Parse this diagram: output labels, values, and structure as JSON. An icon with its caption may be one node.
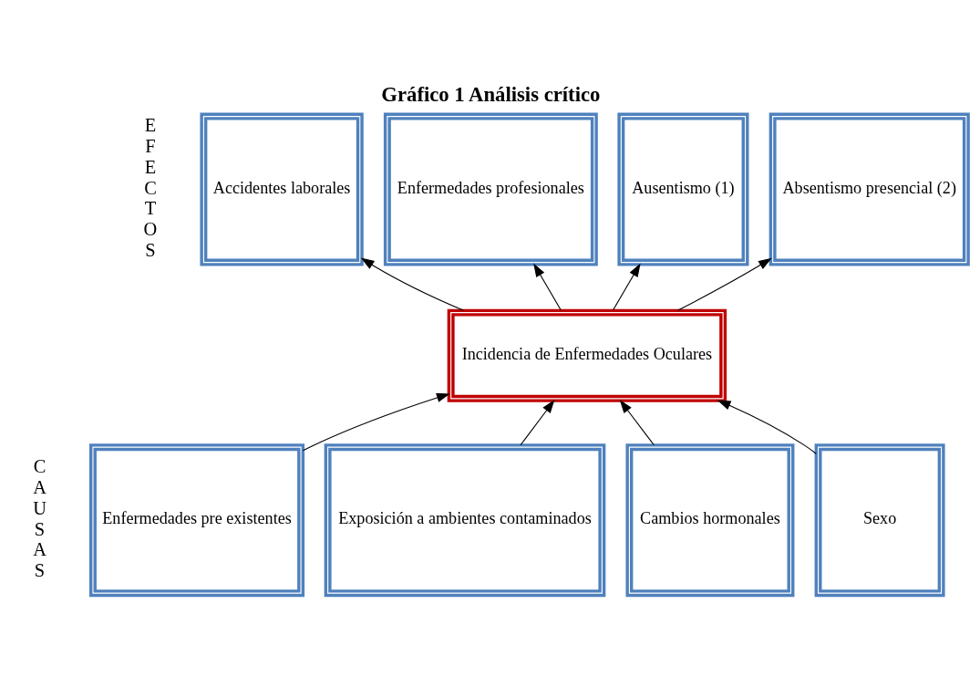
{
  "diagram": {
    "title": "Gráfico 1 Análisis crítico",
    "nodes": [
      {
        "text": [
          "Accidentes laborales"
        ]
      },
      {
        "text": [
          "Enfermedades profesionales"
        ]
      },
      {
        "text": [
          "Ausentismo (1)"
        ]
      },
      {
        "text": [
          "Absentismo presencial (2)"
        ]
      },
      {
        "text": [
          "Incidencia de Enfermedades Oculares"
        ]
      },
      {
        "text": [
          "Enfermedades pre existentes"
        ]
      },
      {
        "text": [
          "Exposición a ambientes contaminados"
        ]
      },
      {
        "text": [
          "Cambios hormonales"
        ]
      },
      {
        "text": [
          "Sexo"
        ]
      }
    ],
    "edges": [
      {
        "from": 4,
        "to": 0,
        "arrow": "to"
      },
      {
        "from": 4,
        "to": 1,
        "arrow": "to"
      },
      {
        "from": 4,
        "to": 2,
        "arrow": "to"
      },
      {
        "from": 4,
        "to": 3,
        "arrow": "to"
      },
      {
        "from": 5,
        "to": 4,
        "arrow": "to"
      },
      {
        "from": 6,
        "to": 4,
        "arrow": "to"
      },
      {
        "from": 7,
        "to": 4,
        "arrow": "to"
      },
      {
        "from": 8,
        "to": 4,
        "arrow": "to"
      }
    ],
    "labels": [
      "E F E C T O S",
      "C A U S A S"
    ]
  }
}
